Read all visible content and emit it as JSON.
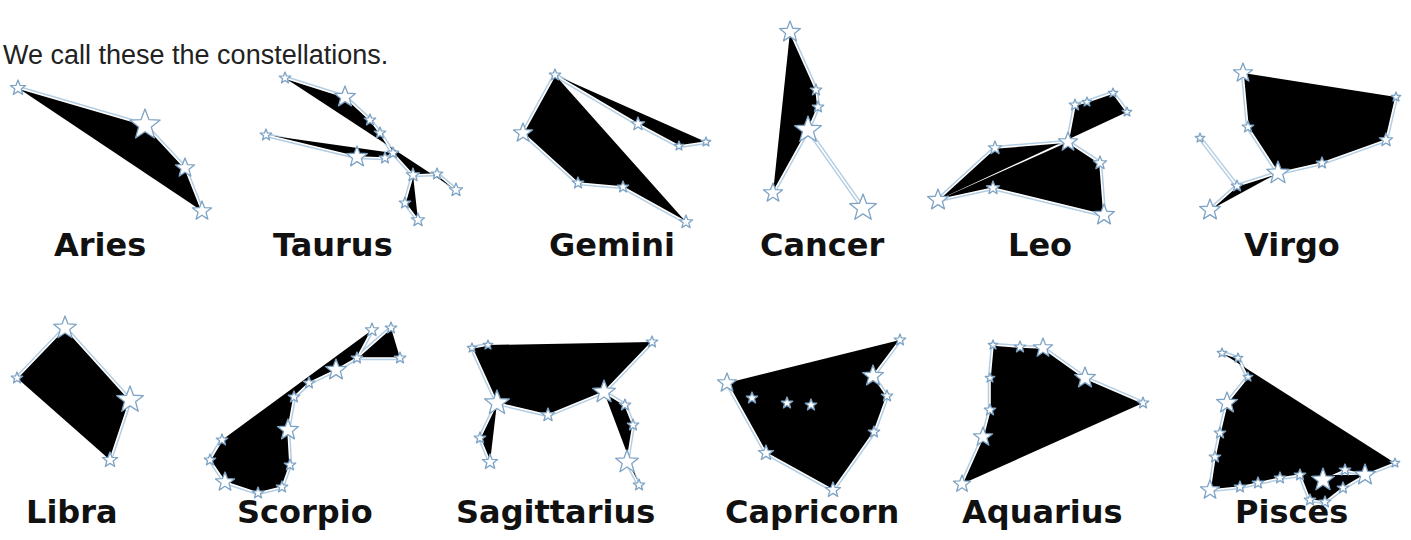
{
  "diagram": {
    "labels": [
      "We call these the constellations.",
      "Aries",
      "Taurus",
      "Gemini",
      "Cancer",
      "Leo",
      "Virgo",
      "Libra",
      "Scorpio",
      "Sagittarius",
      "Capricorn",
      "Aquarius",
      "Pisces"
    ]
  }
}
